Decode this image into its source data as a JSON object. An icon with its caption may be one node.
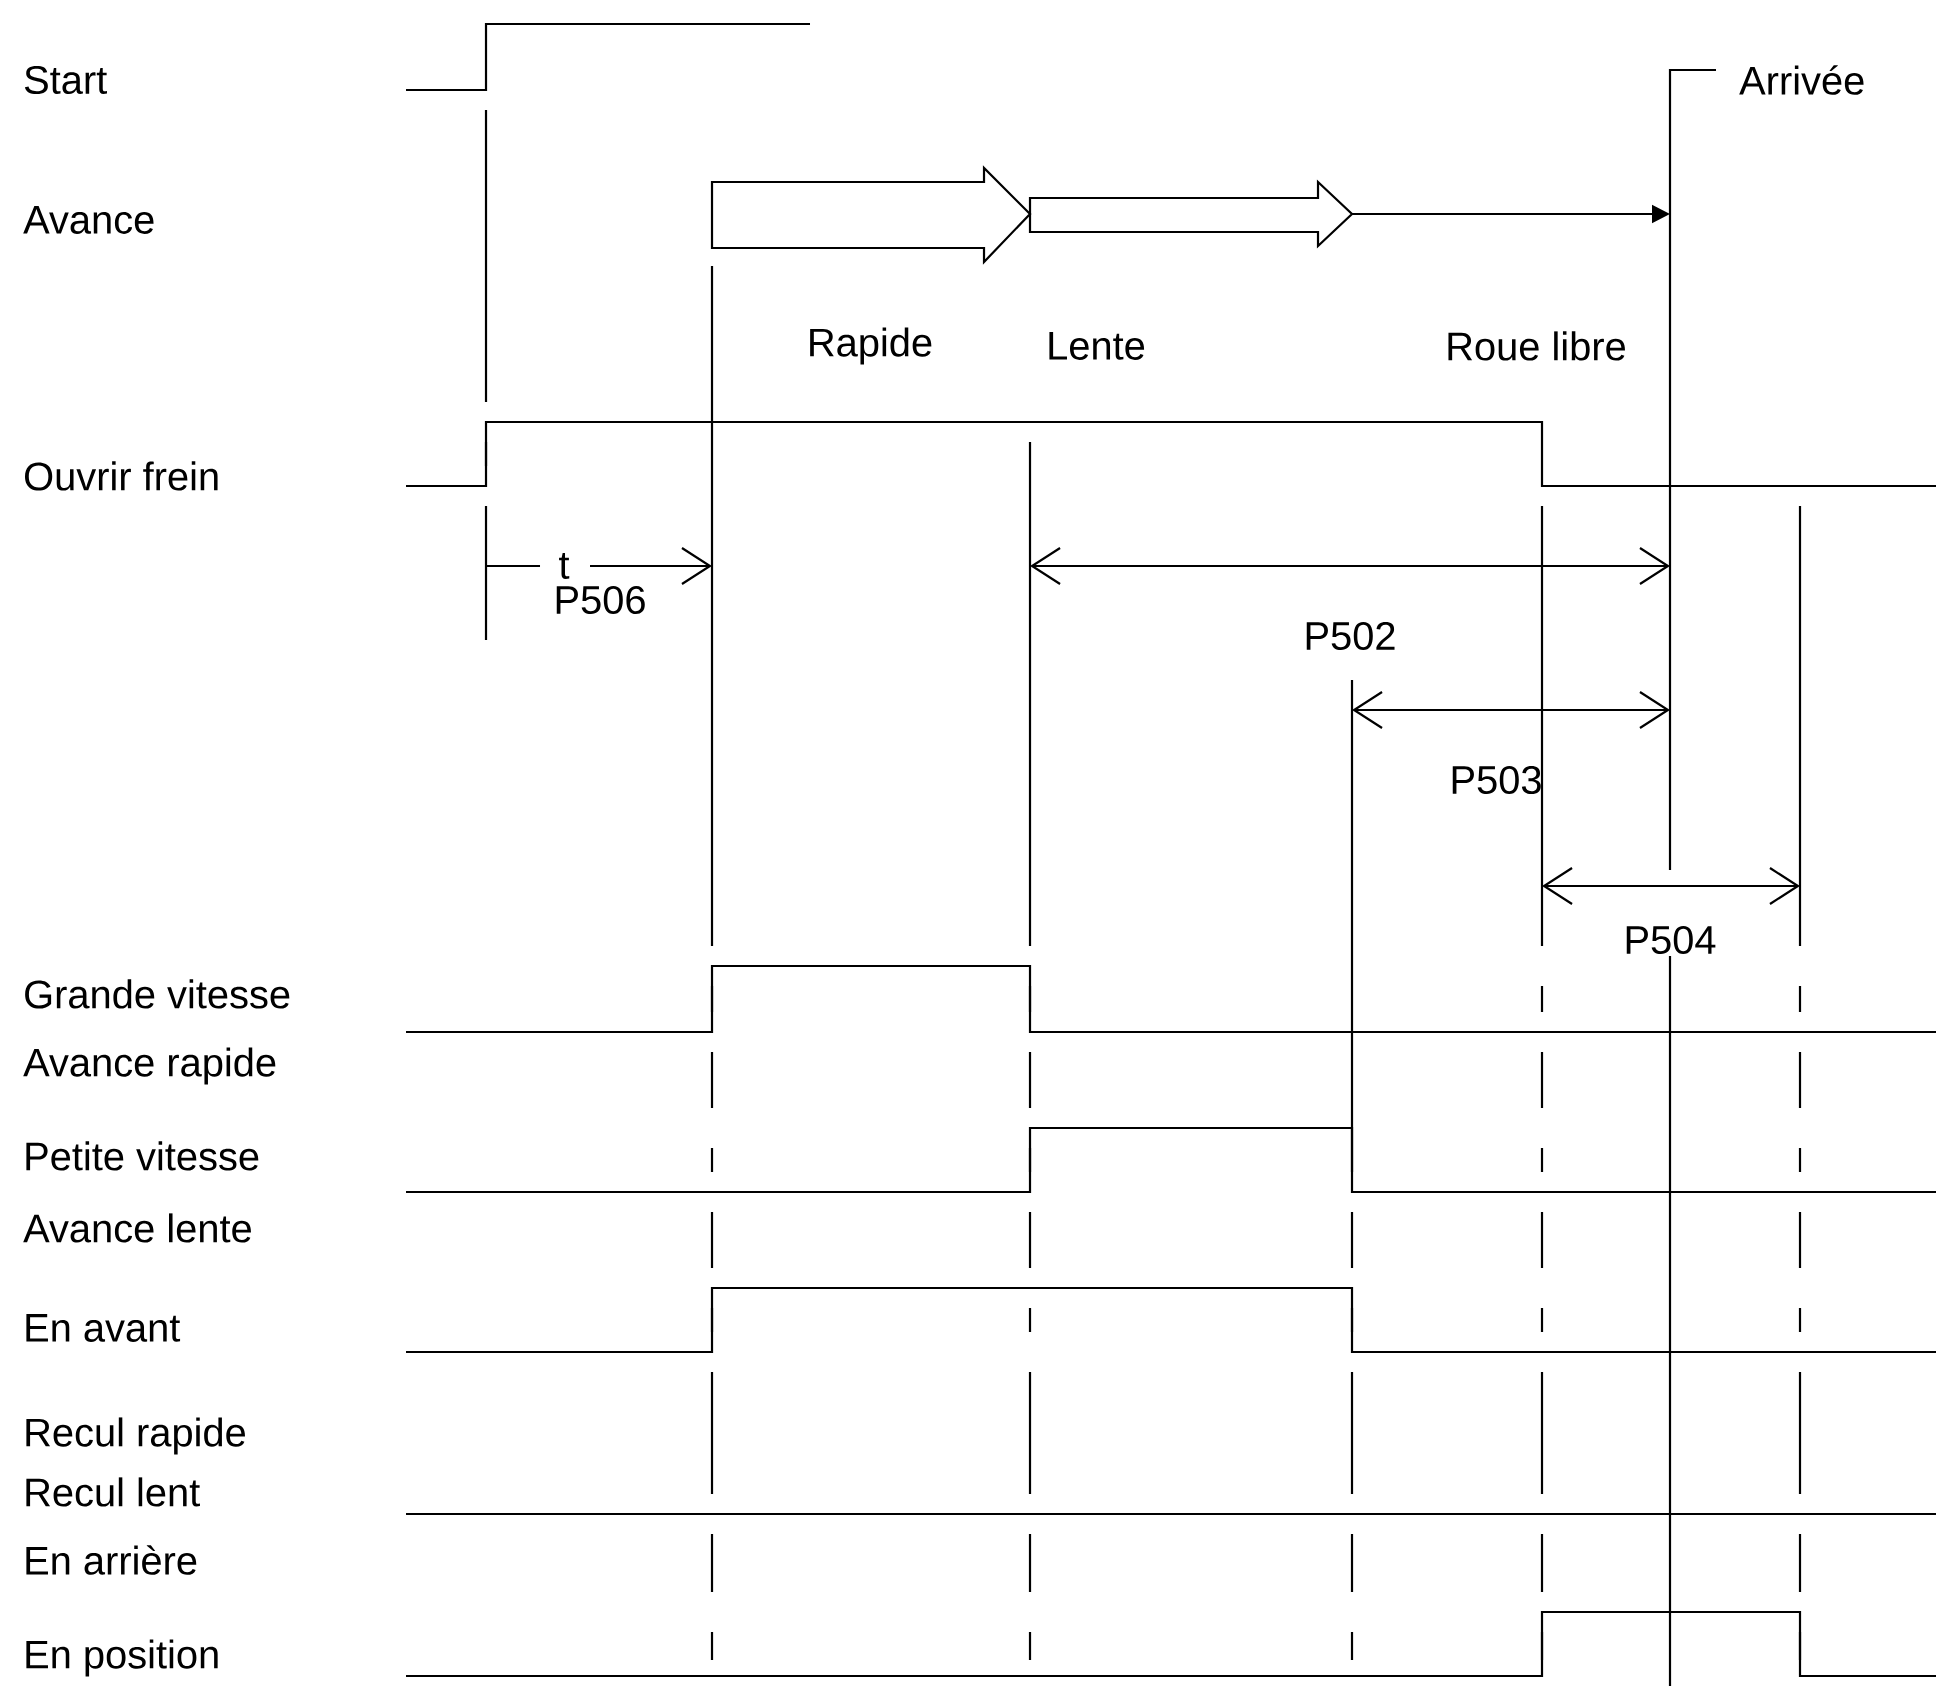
{
  "diagram": {
    "labels": [
      "Start",
      "Arrivée",
      "Avance",
      "Rapide",
      "Lente",
      "Roue libre",
      "Ouvrir frein",
      "t",
      "P506",
      "P502",
      "P503",
      "P504",
      "Grande vitesse",
      "Avance rapide",
      "Petite vitesse",
      "Avance lente",
      "En avant",
      "Recul rapide",
      "Recul lent",
      "En arrière",
      "En position"
    ]
  }
}
